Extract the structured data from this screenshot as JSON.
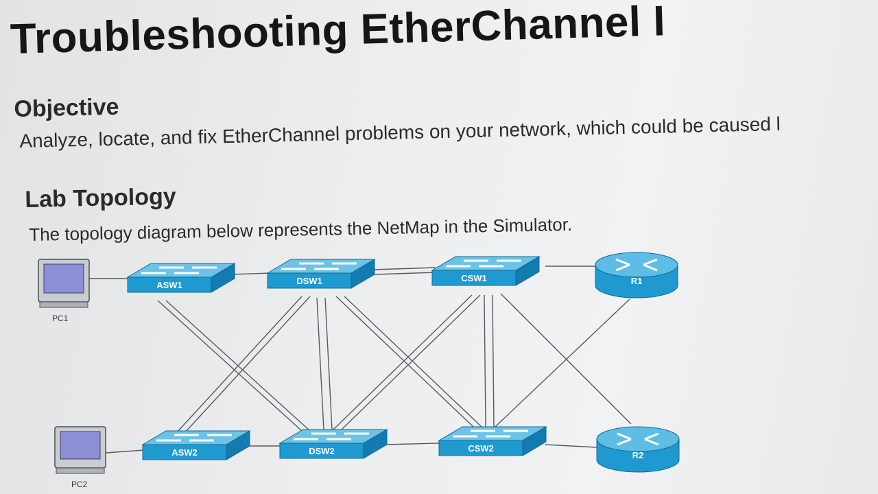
{
  "page": {
    "title": "Troubleshooting EtherChannel I",
    "objective_heading": "Objective",
    "objective_text": "Analyze, locate, and fix EtherChannel problems on your network, which could be caused l",
    "lab_heading": "Lab Topology",
    "lab_text": "The topology diagram below represents the NetMap in the Simulator."
  },
  "topology": {
    "pcs": [
      {
        "id": "pc1",
        "label": "PC1"
      },
      {
        "id": "pc2",
        "label": "PC2"
      }
    ],
    "switches": [
      {
        "id": "asw1",
        "label": "ASW1"
      },
      {
        "id": "dsw1",
        "label": "DSW1"
      },
      {
        "id": "csw1",
        "label": "CSW1"
      },
      {
        "id": "asw2",
        "label": "ASW2"
      },
      {
        "id": "dsw2",
        "label": "DSW2"
      },
      {
        "id": "csw2",
        "label": "CSW2"
      }
    ],
    "routers": [
      {
        "id": "r1",
        "label": "R1"
      },
      {
        "id": "r2",
        "label": "R2"
      }
    ],
    "colors": {
      "switch_top": "#6cc3e6",
      "switch_front": "#1f9ad1",
      "switch_side": "#137bb0",
      "router_top": "#5dbde4",
      "link": "#555a5e"
    }
  }
}
